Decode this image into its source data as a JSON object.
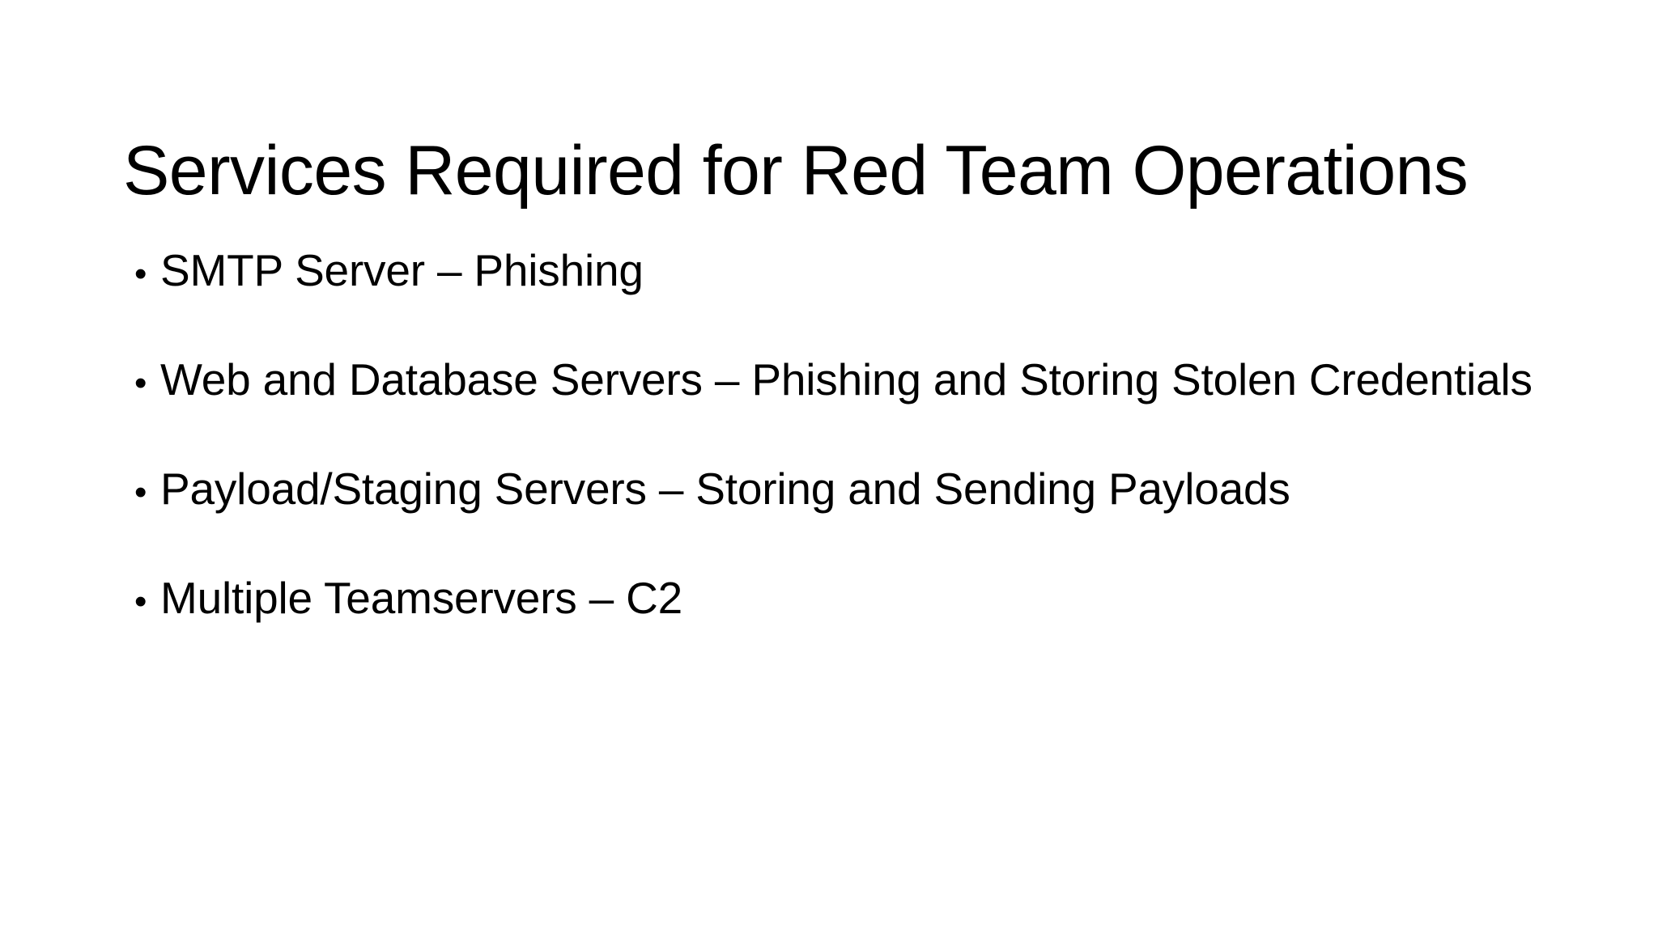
{
  "slide": {
    "background_color": "#ffffff",
    "text_color": "#000000",
    "title": "Services Required for Red Team Operations",
    "bullet_marker": "•",
    "bullets": [
      {
        "text": "SMTP Server – Phishing"
      },
      {
        "text": "Web and Database Servers – Phishing and Storing Stolen Credentials"
      },
      {
        "text": "Payload/Staging Servers – Storing and Sending Payloads"
      },
      {
        "text": "Multiple Teamservers – C2"
      }
    ]
  }
}
